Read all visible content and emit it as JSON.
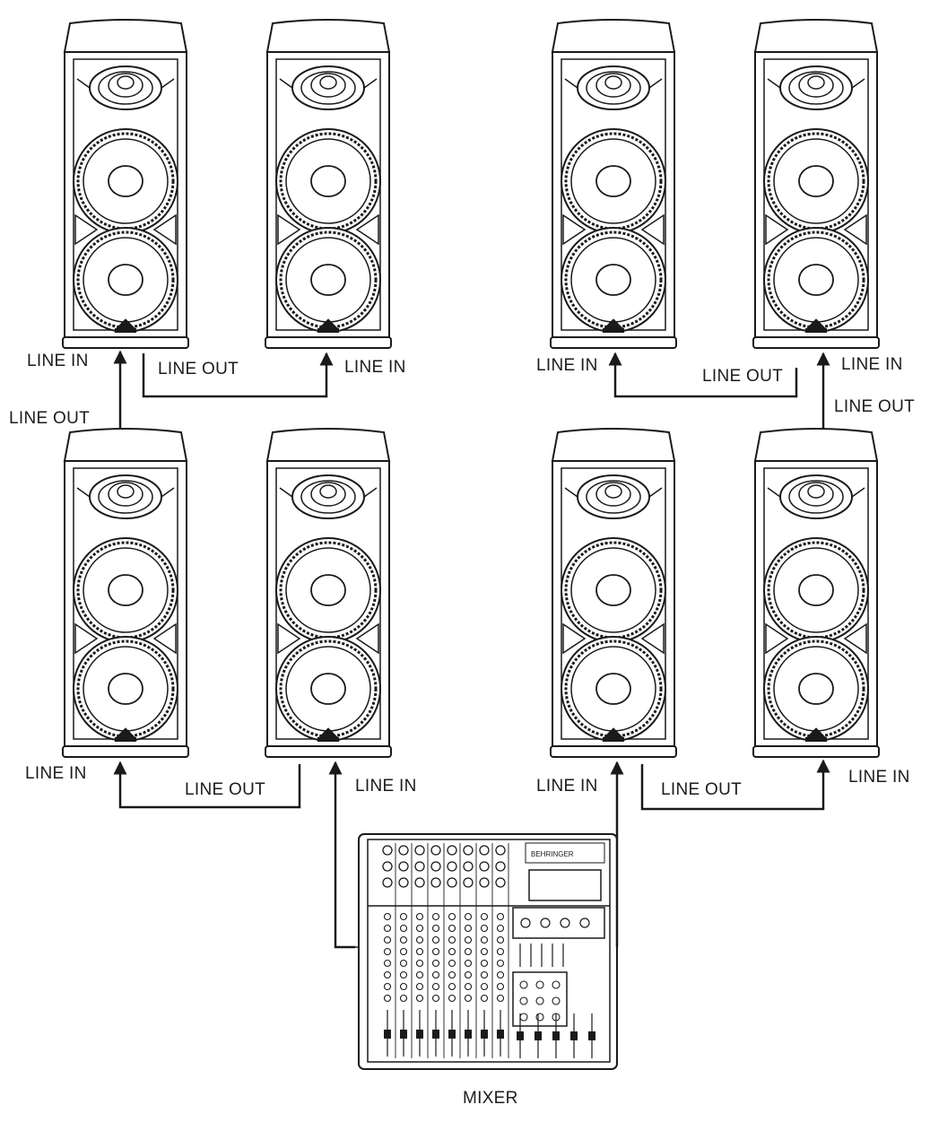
{
  "labels": {
    "line_in": "LINE IN",
    "line_out": "LINE OUT",
    "mixer": "MIXER"
  },
  "mixer_logo": "BEHRINGER",
  "colors": {
    "line": "#1a1a1a",
    "background": "#ffffff",
    "fill": "#ffffff"
  },
  "speakers": [
    {
      "id": "top-left-a",
      "icon": "speaker-cabinet-icon"
    },
    {
      "id": "top-left-b",
      "icon": "speaker-cabinet-icon"
    },
    {
      "id": "top-right-a",
      "icon": "speaker-cabinet-icon"
    },
    {
      "id": "top-right-b",
      "icon": "speaker-cabinet-icon"
    },
    {
      "id": "bottom-left-a",
      "icon": "speaker-cabinet-icon"
    },
    {
      "id": "bottom-left-b",
      "icon": "speaker-cabinet-icon"
    },
    {
      "id": "bottom-right-a",
      "icon": "speaker-cabinet-icon"
    },
    {
      "id": "bottom-right-b",
      "icon": "speaker-cabinet-icon"
    }
  ],
  "mixer": {
    "icon": "mixing-console-icon"
  }
}
